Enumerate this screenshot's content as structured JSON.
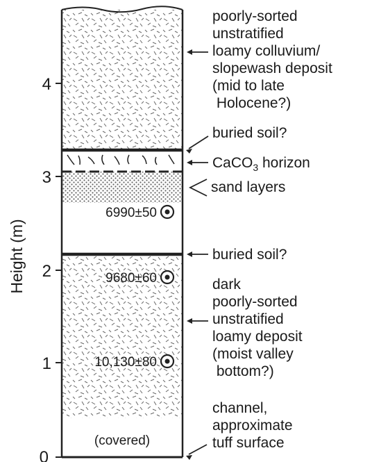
{
  "axis": {
    "label": "Height (m)",
    "ticks": [
      "0",
      "1",
      "2",
      "3",
      "4"
    ]
  },
  "units": {
    "upper": "poorly-sorted unstratified loamy colluvium/ slopewash deposit (mid to late Holocene?)",
    "lower": "dark poorly-sorted unstratified loamy deposit (moist valley bottom?)",
    "base": "channel, approximate tuff surface"
  },
  "annotations": {
    "upper_lines": [
      "poorly-sorted",
      "unstratified",
      "loamy colluvium/",
      "slopewash deposit",
      "(mid to late",
      " Holocene?)"
    ],
    "buried_soil_upper": "buried soil?",
    "caco3": "CaCO",
    "caco3_sub": "3",
    "caco3_suffix": " horizon",
    "sand": "sand layers",
    "buried_soil_lower": "buried soil?",
    "lower_lines": [
      "dark",
      "poorly-sorted",
      "unstratified",
      "loamy deposit",
      "(moist valley",
      " bottom?)"
    ],
    "base_lines": [
      "channel,",
      "approximate",
      "tuff surface"
    ]
  },
  "dates": [
    {
      "label": "6990±50",
      "height_m": 2.8
    },
    {
      "label": "9680±60",
      "height_m": 1.95
    },
    {
      "label": "10,130±80",
      "height_m": 1.0
    }
  ],
  "covered_label": "(covered)"
}
